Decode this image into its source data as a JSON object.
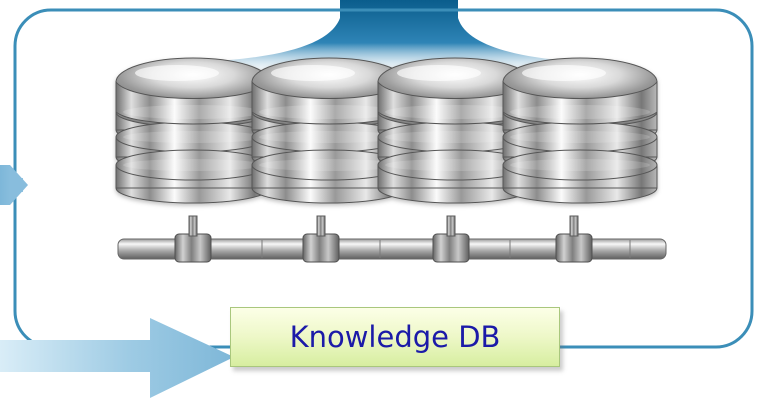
{
  "label": {
    "text": "Knowledge DB"
  },
  "colors": {
    "frame": "#3b8eb8",
    "arrow_left": "#8cc0dc",
    "arrow_funnel_top": "#0a5d8c",
    "label_text": "#1b1aa8",
    "label_fill": "#eef8c9",
    "label_border": "#a9c77d"
  },
  "icons": {
    "database_cluster": "stacked-database-cylinders",
    "connector": "network-bus-pipe"
  }
}
